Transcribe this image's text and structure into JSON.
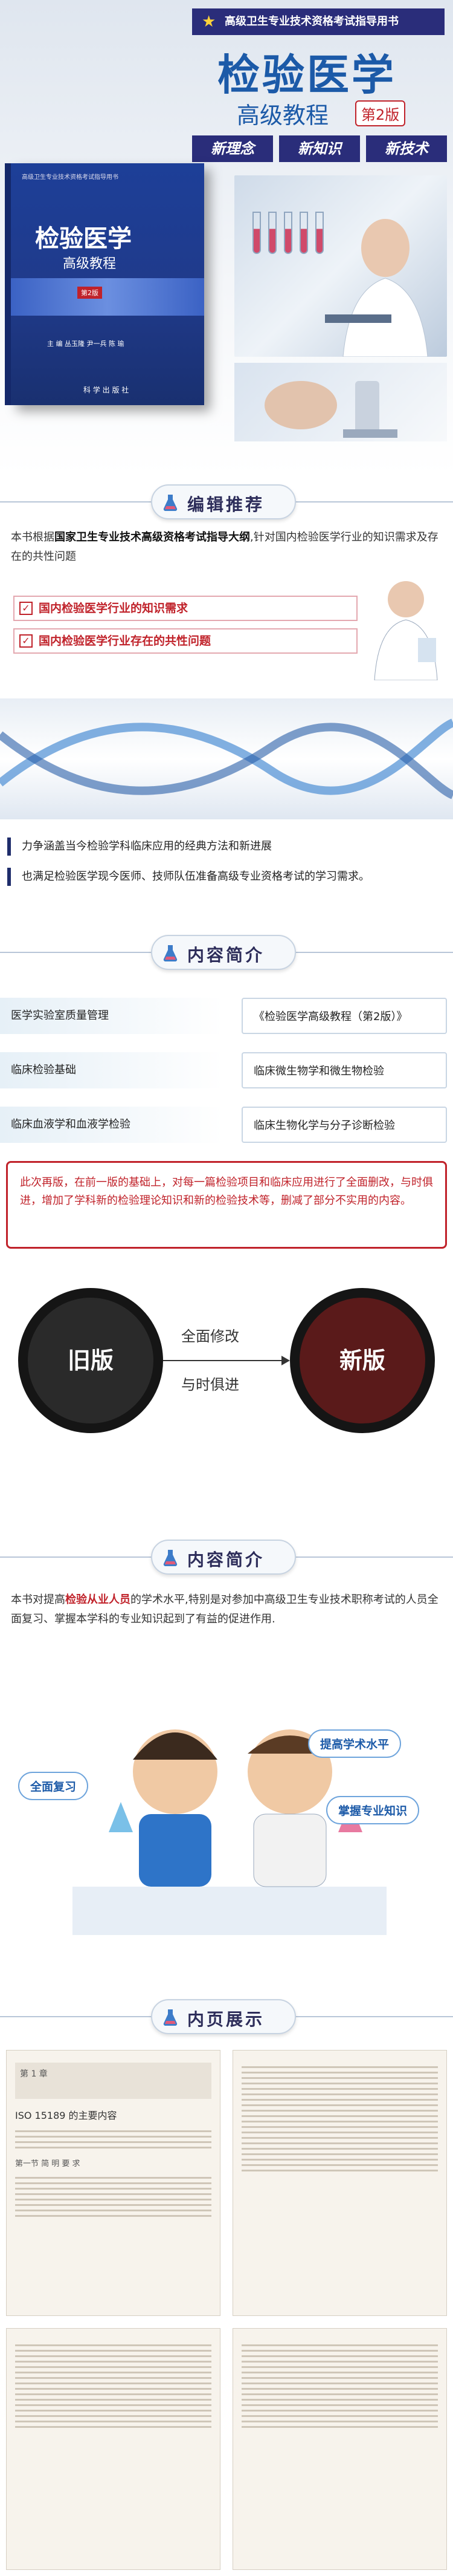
{
  "hero": {
    "series_banner": "高级卫生专业技术资格考试指导用书",
    "title": "检验医学",
    "subtitle": "高级教程",
    "edition": "第2版",
    "tags": [
      "新理念",
      "新知识",
      "新技术"
    ],
    "book": {
      "series": "高级卫生专业技术资格考试指导用书",
      "title": "检验医学",
      "subtitle": "高级教程",
      "edition": "第2版",
      "authors": "主 编 丛玉隆  尹一兵  陈 瑜",
      "publisher": "科 学 出 版 社"
    }
  },
  "editor": {
    "heading": "编辑推荐",
    "intro_pre": "本书根据",
    "intro_bold": "国家卫生专业技术高级资格考试指导大纲",
    "intro_post": ",针对国内检验医学行业的知识需求及存在的共性问题",
    "bullets": [
      "国内检验医学行业的知识需求",
      "国内检验医学行业存在的共性问题"
    ],
    "notes": [
      "力争涵盖当今检验学科临床应用的经典方法和新进展",
      "也满足检验医学现今医师、技师队伍准备高级专业资格考试的学习需求。"
    ]
  },
  "content": {
    "heading": "内容简介",
    "left_items": [
      "医学实验室质量管理",
      "临床检验基础",
      "临床血液学和血液学检验"
    ],
    "right_items": [
      "《检验医学高级教程（第2版）》",
      "临床微生物学和微生物检验",
      "临床生物化学与分子诊断检验"
    ],
    "note": "此次再版，在前一版的基础上，对每一篇检验项目和临床应用进行了全面删改，与时俱进，增加了学科新的检验理论知识和新的检验技术等，删减了部分不实用的内容。",
    "old_label": "旧版",
    "new_label": "新版",
    "arrow_top": "全面修改",
    "arrow_bottom": "与时俱进"
  },
  "intro": {
    "heading": "内容简介",
    "text_pre": "本书对提高",
    "text_hl": "检验从业人员",
    "text_post": "的学术水平,特别是对参加中高级卫生专业技术职称考试的人员全面复习、掌握本学科的专业知识起到了有益的促进作用.",
    "bubbles": [
      "提高学术水平",
      "全面复习",
      "掌握专业知识"
    ]
  },
  "pages": {
    "heading": "内页展示",
    "chapter_label": "第 1 章",
    "chapter_title": "ISO 15189 的主要内容",
    "section_title": "第一节  简 明 要 求"
  },
  "colors": {
    "navy": "#2a2d7a",
    "blue": "#1c5aa8",
    "red": "#c0222a"
  }
}
